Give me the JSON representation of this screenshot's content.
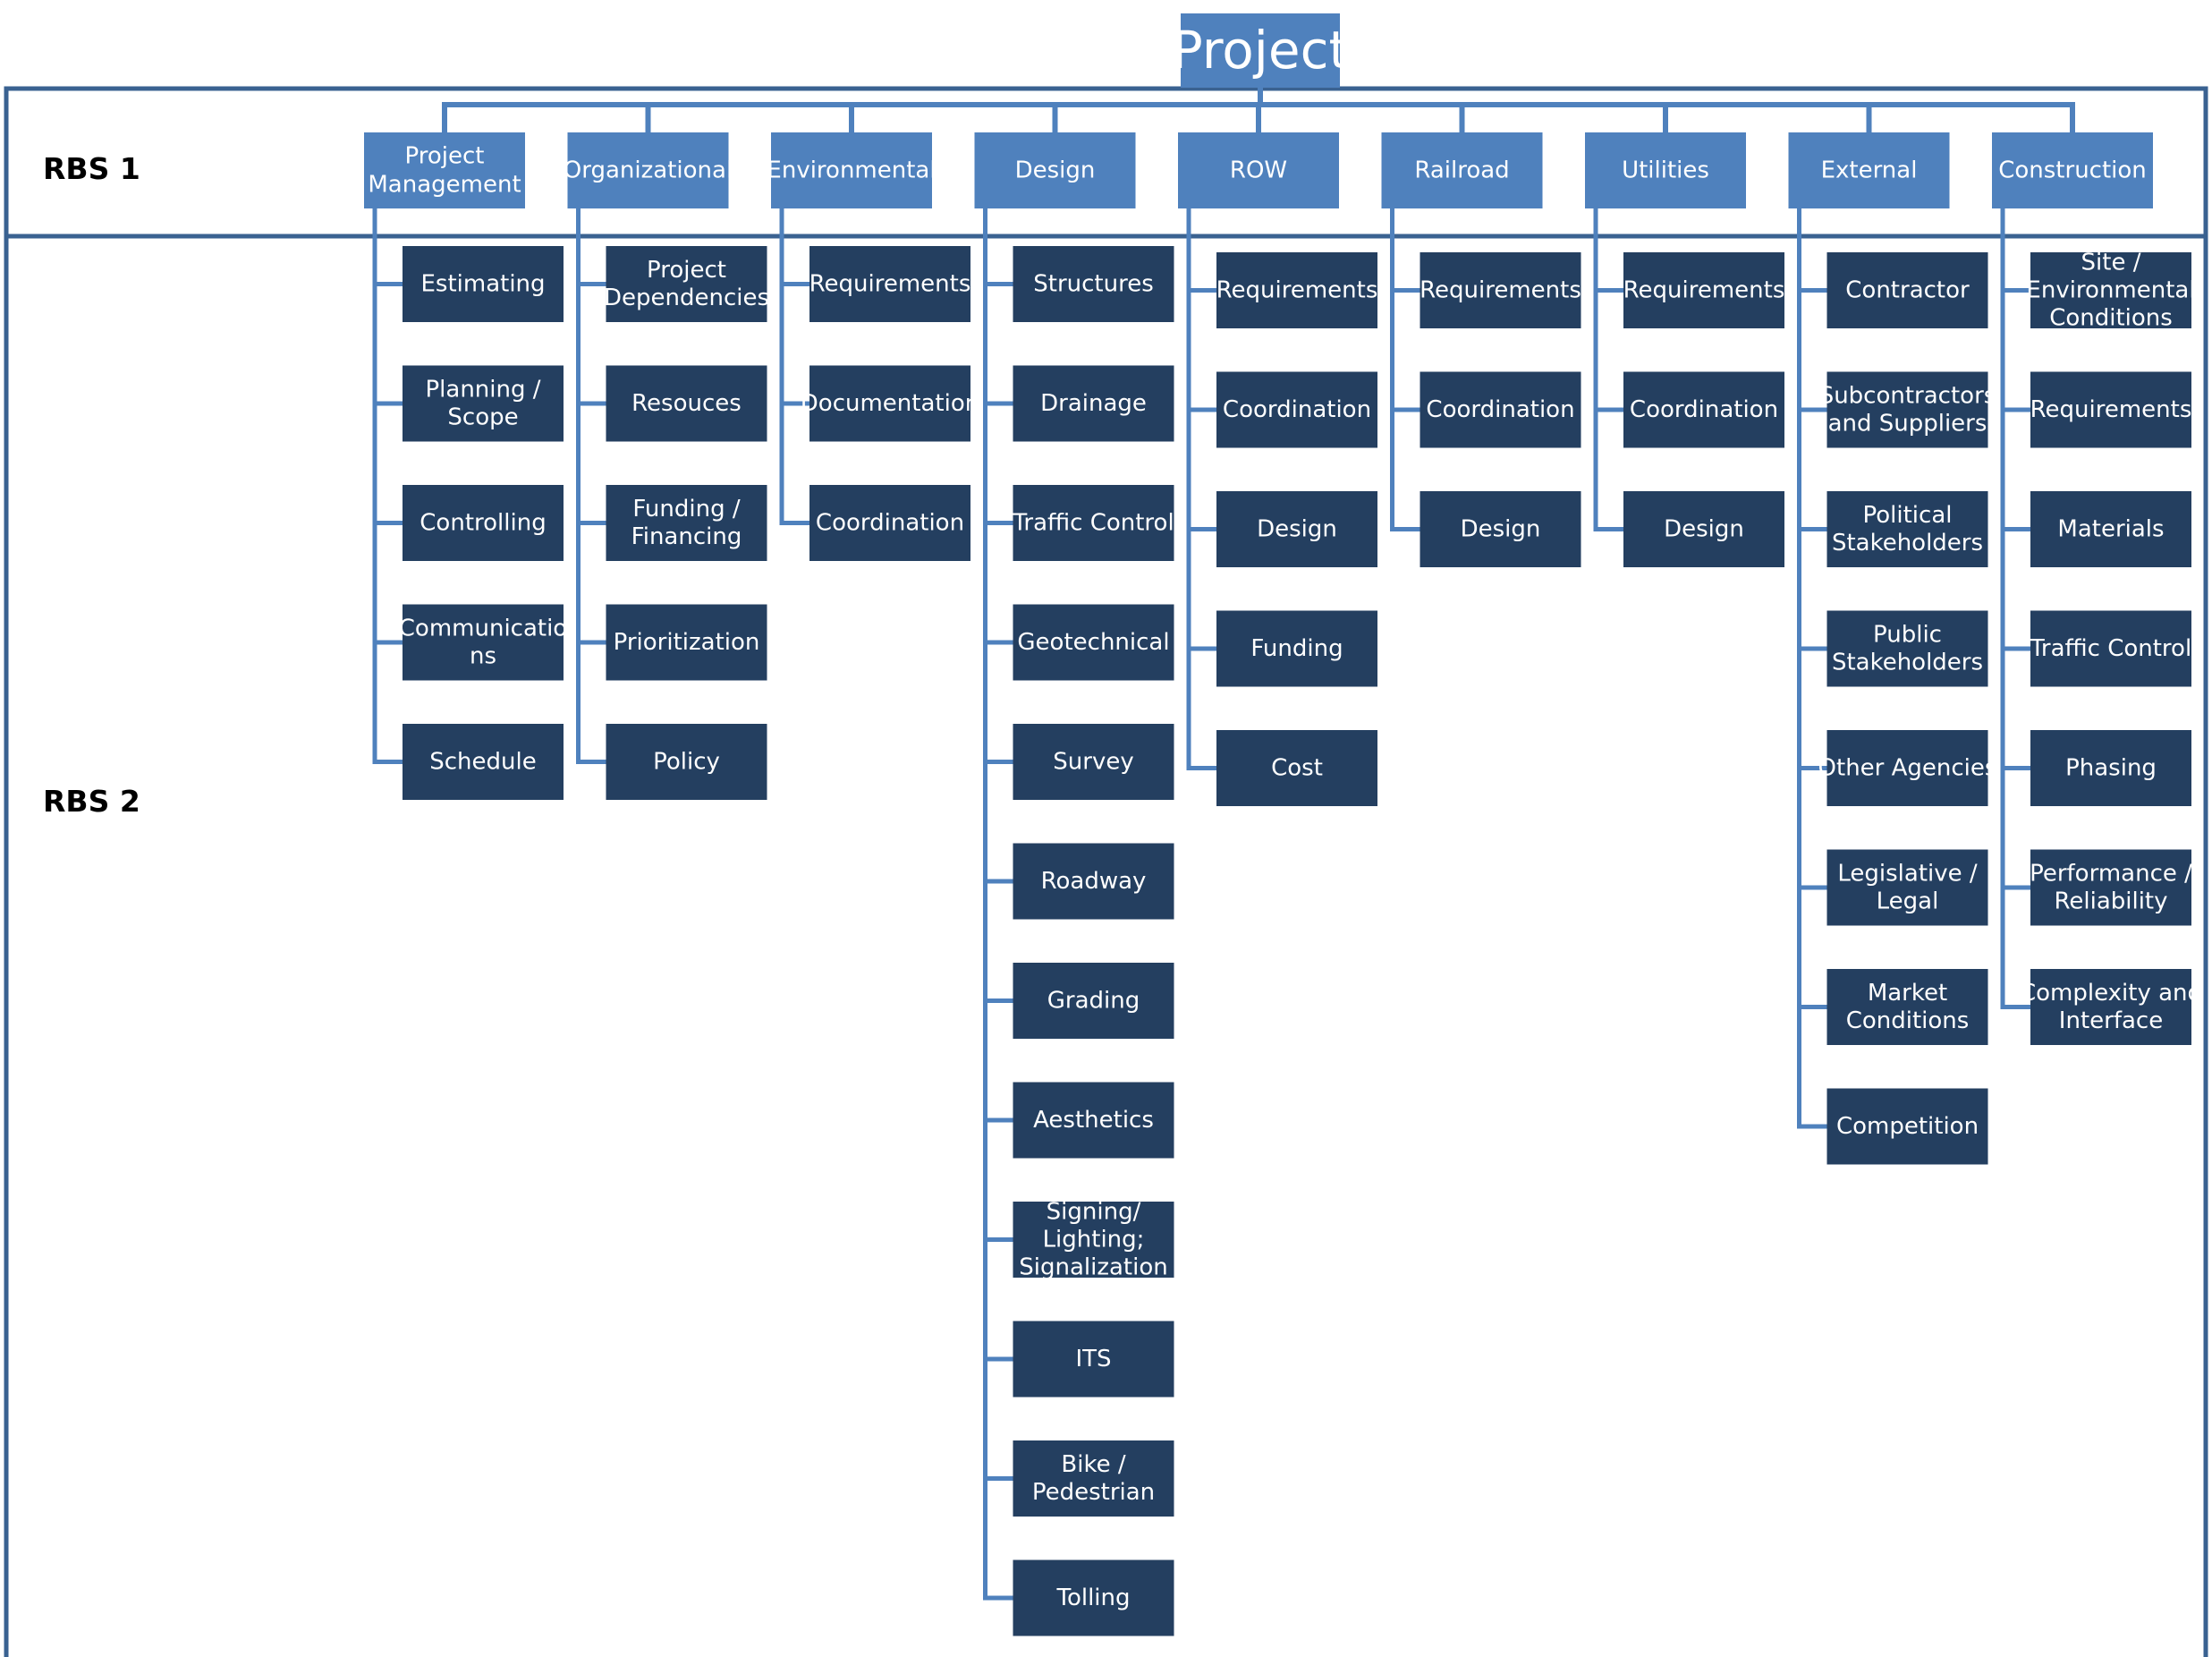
{
  "root": {
    "label": "Project"
  },
  "levels": {
    "rbs1": "RBS 1",
    "rbs2": "RBS 2"
  },
  "colors": {
    "root_box": "#4f81bd",
    "category_box": "#4f81bd",
    "sub_box": "#243f60",
    "connector": "#4f81bd",
    "frame": "#3a6291",
    "box_text": "#ffffff",
    "level_text": "#000000"
  },
  "categories": [
    {
      "label": [
        "Project",
        "Management"
      ],
      "items": [
        [
          "Estimating"
        ],
        [
          "Planning /",
          "Scope"
        ],
        [
          "Controlling"
        ],
        [
          "Communicatio",
          "ns"
        ],
        [
          "Schedule"
        ]
      ]
    },
    {
      "label": [
        "Organizational"
      ],
      "items": [
        [
          "Project",
          "Dependencies"
        ],
        [
          "Resouces"
        ],
        [
          "Funding /",
          "Financing"
        ],
        [
          "Prioritization"
        ],
        [
          "Policy"
        ]
      ]
    },
    {
      "label": [
        "Environmental"
      ],
      "items": [
        [
          "Requirements"
        ],
        [
          "Documentation"
        ],
        [
          "Coordination"
        ]
      ]
    },
    {
      "label": [
        "Design"
      ],
      "items": [
        [
          "Structures"
        ],
        [
          "Drainage"
        ],
        [
          "Traffic Control"
        ],
        [
          "Geotechnical"
        ],
        [
          "Survey"
        ],
        [
          "Roadway"
        ],
        [
          "Grading"
        ],
        [
          "Aesthetics"
        ],
        [
          "Signing/",
          "Lighting;",
          "Signalization"
        ],
        [
          "ITS"
        ],
        [
          "Bike /",
          "Pedestrian"
        ],
        [
          "Tolling"
        ]
      ]
    },
    {
      "label": [
        "ROW"
      ],
      "items": [
        [
          "Requirements"
        ],
        [
          "Coordination"
        ],
        [
          "Design"
        ],
        [
          "Funding"
        ],
        [
          "Cost"
        ]
      ]
    },
    {
      "label": [
        "Railroad"
      ],
      "items": [
        [
          "Requirements"
        ],
        [
          "Coordination"
        ],
        [
          "Design"
        ]
      ]
    },
    {
      "label": [
        "Utilities"
      ],
      "items": [
        [
          "Requirements"
        ],
        [
          "Coordination"
        ],
        [
          "Design"
        ]
      ]
    },
    {
      "label": [
        "External"
      ],
      "items": [
        [
          "Contractor"
        ],
        [
          "Subcontractors",
          "and Suppliers"
        ],
        [
          "Political",
          "Stakeholders"
        ],
        [
          "Public",
          "Stakeholders"
        ],
        [
          "Other Agencies"
        ],
        [
          "Legislative /",
          "Legal"
        ],
        [
          "Market",
          "Conditions"
        ],
        [
          "Competition"
        ]
      ]
    },
    {
      "label": [
        "Construction"
      ],
      "items": [
        [
          "Site /",
          "Environmental",
          "Conditions"
        ],
        [
          "Requirements"
        ],
        [
          "Materials"
        ],
        [
          "Traffic Control"
        ],
        [
          "Phasing"
        ],
        [
          "Performance /",
          "Reliability"
        ],
        [
          "Complexity and",
          "Interface"
        ]
      ]
    }
  ]
}
